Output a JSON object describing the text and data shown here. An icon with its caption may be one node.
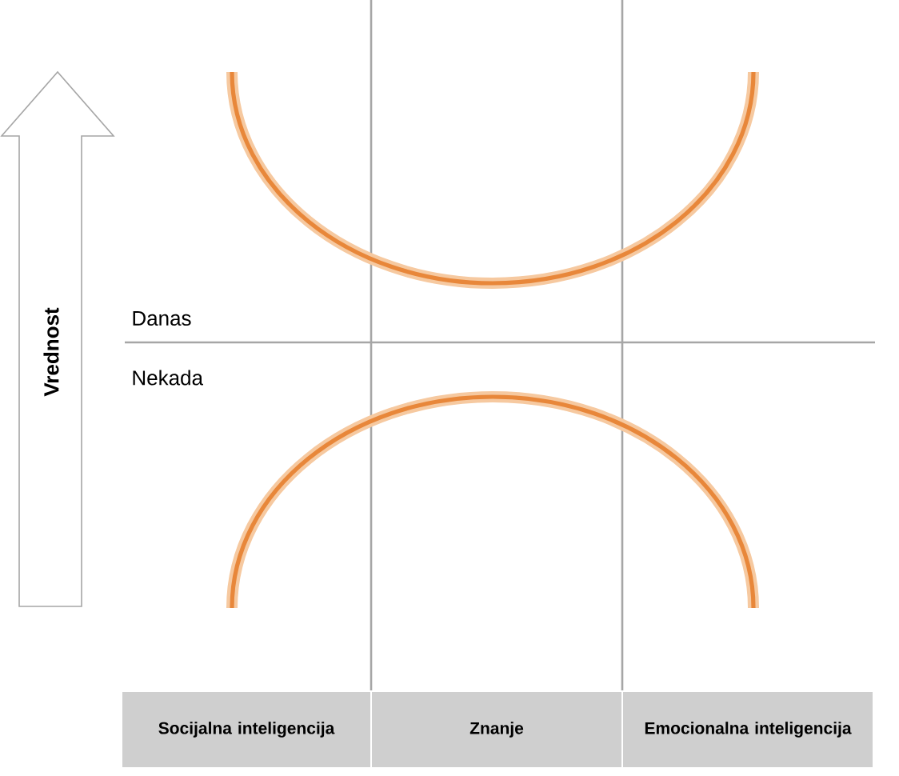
{
  "diagram": {
    "nodes": [
      {
        "text": [
          "Vrednost"
        ]
      },
      {
        "text": [
          "Socijalna inteligencija"
        ]
      },
      {
        "text": [
          "Znanje"
        ]
      },
      {
        "text": [
          "Emocionalna inteligencija"
        ]
      }
    ],
    "labels": [
      "Danas",
      "Nekada"
    ]
  }
}
